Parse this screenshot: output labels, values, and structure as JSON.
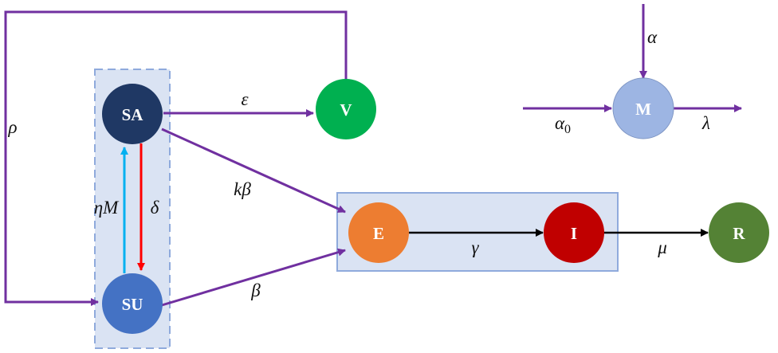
{
  "nodes": {
    "SA": {
      "label": "SA",
      "color": "#1f3864"
    },
    "SU": {
      "label": "SU",
      "color": "#4472c4"
    },
    "V": {
      "label": "V",
      "color": "#00b050"
    },
    "M": {
      "label": "M",
      "color": "#9db5e3"
    },
    "E": {
      "label": "E",
      "color": "#ed7d31"
    },
    "I": {
      "label": "I",
      "color": "#c00000"
    },
    "R": {
      "label": "R",
      "color": "#548235"
    }
  },
  "edge_labels": {
    "epsilon": "ε",
    "rho": "ρ",
    "k_beta": "kβ",
    "beta": "β",
    "eta_M": "ηM",
    "delta": "δ",
    "gamma": "γ",
    "mu": "μ",
    "alpha": "α",
    "alpha0": "α",
    "alpha0_sub": "0",
    "lambda": "λ"
  },
  "colors": {
    "purple_arrow": "#7030a0",
    "black_arrow": "#000000",
    "blue_arrow": "#00b0f0",
    "red_arrow": "#ff0000",
    "box_fill": "#dae3f3",
    "box_stroke": "#8faadc"
  }
}
